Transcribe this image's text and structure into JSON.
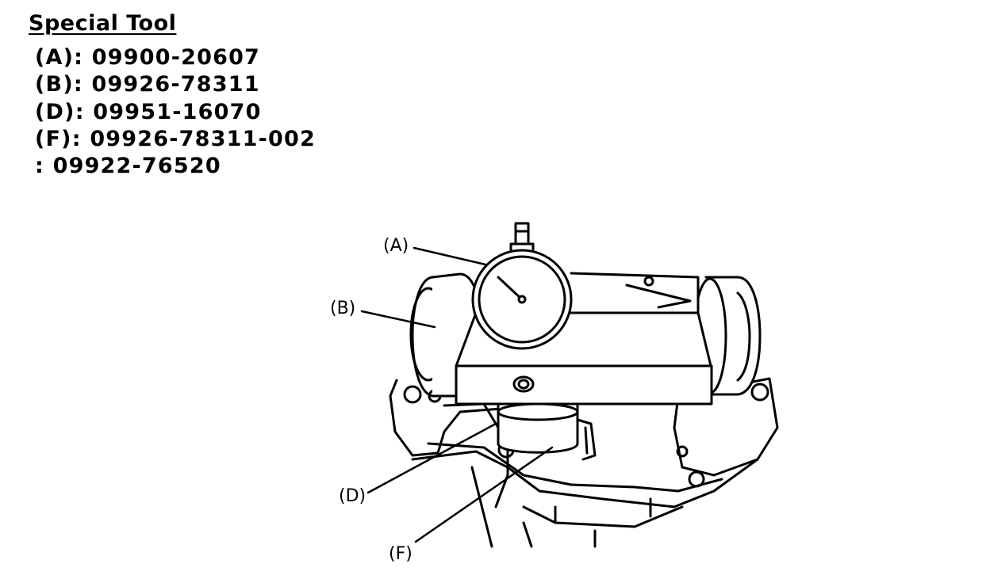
{
  "heading": "Special Tool",
  "tools": [
    "(A): 09900-20607",
    "(B): 09926-78311",
    "(D): 09951-16070",
    "(F): 09926-78311-002",
    ": 09922-76520"
  ],
  "callouts": {
    "a": "(A)",
    "b": "(B)",
    "d": "(D)",
    "f": "(F)"
  }
}
